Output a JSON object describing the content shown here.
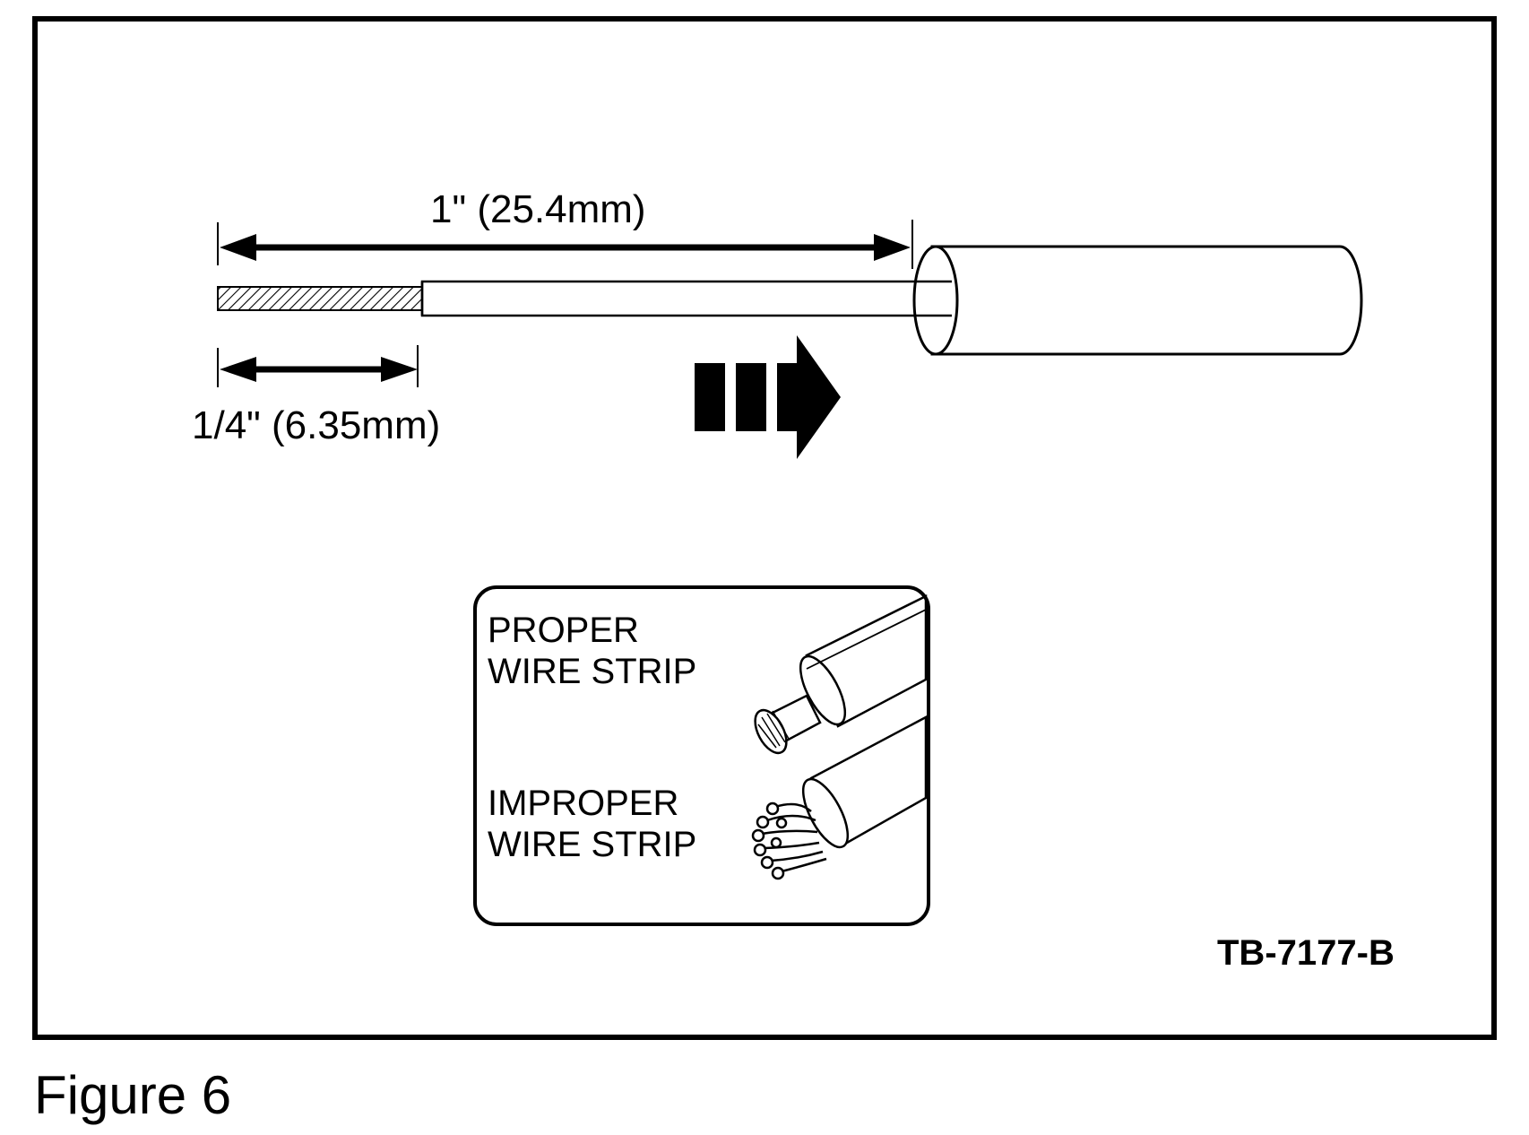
{
  "diagram": {
    "dimension_long": "1\" (25.4mm)",
    "dimension_short": "1/4\" (6.35mm)",
    "proper_label": "PROPER\nWIRE STRIP",
    "improper_label": "IMPROPER\nWIRE STRIP",
    "reference_code": "TB-7177-B",
    "icons": [
      "push-direction-arrow-icon",
      "proper-strip-wire-icon",
      "improper-strip-wire-icon"
    ]
  },
  "caption": "Figure 6"
}
